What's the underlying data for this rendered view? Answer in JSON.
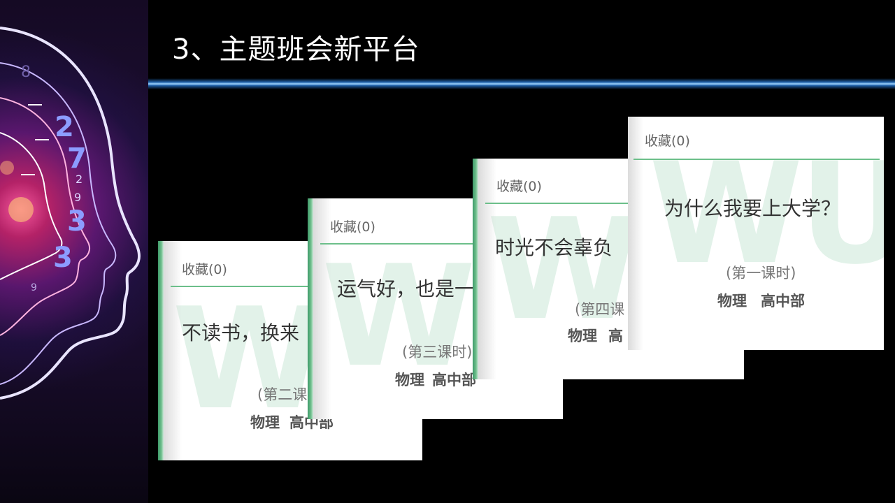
{
  "title": "3、主题班会新平台",
  "watermark": "WUWU",
  "cards": [
    {
      "favorite": "收藏(0)",
      "title": "不读书，换来",
      "period": "(第二课",
      "subject": "物理",
      "grade": "高中部"
    },
    {
      "favorite": "收藏(0)",
      "title": "运气好，也是一",
      "period": "(第三课时)",
      "subject": "物理",
      "grade": "高中部"
    },
    {
      "favorite": "收藏(0)",
      "title": "时光不会辜负",
      "period": "(第四课",
      "subject": "物理",
      "grade": "高"
    },
    {
      "favorite": "收藏(0)",
      "title": "为什么我要上大学？",
      "period": "(第一课时)",
      "subject": "物理",
      "grade": "高中部"
    }
  ],
  "side_numbers": [
    "8",
    "2",
    "9",
    "7",
    "2",
    "9",
    "3",
    "3"
  ],
  "colors": {
    "accent": "#4da06f",
    "title_bar": "#1d5fa8",
    "background": "#000000"
  }
}
